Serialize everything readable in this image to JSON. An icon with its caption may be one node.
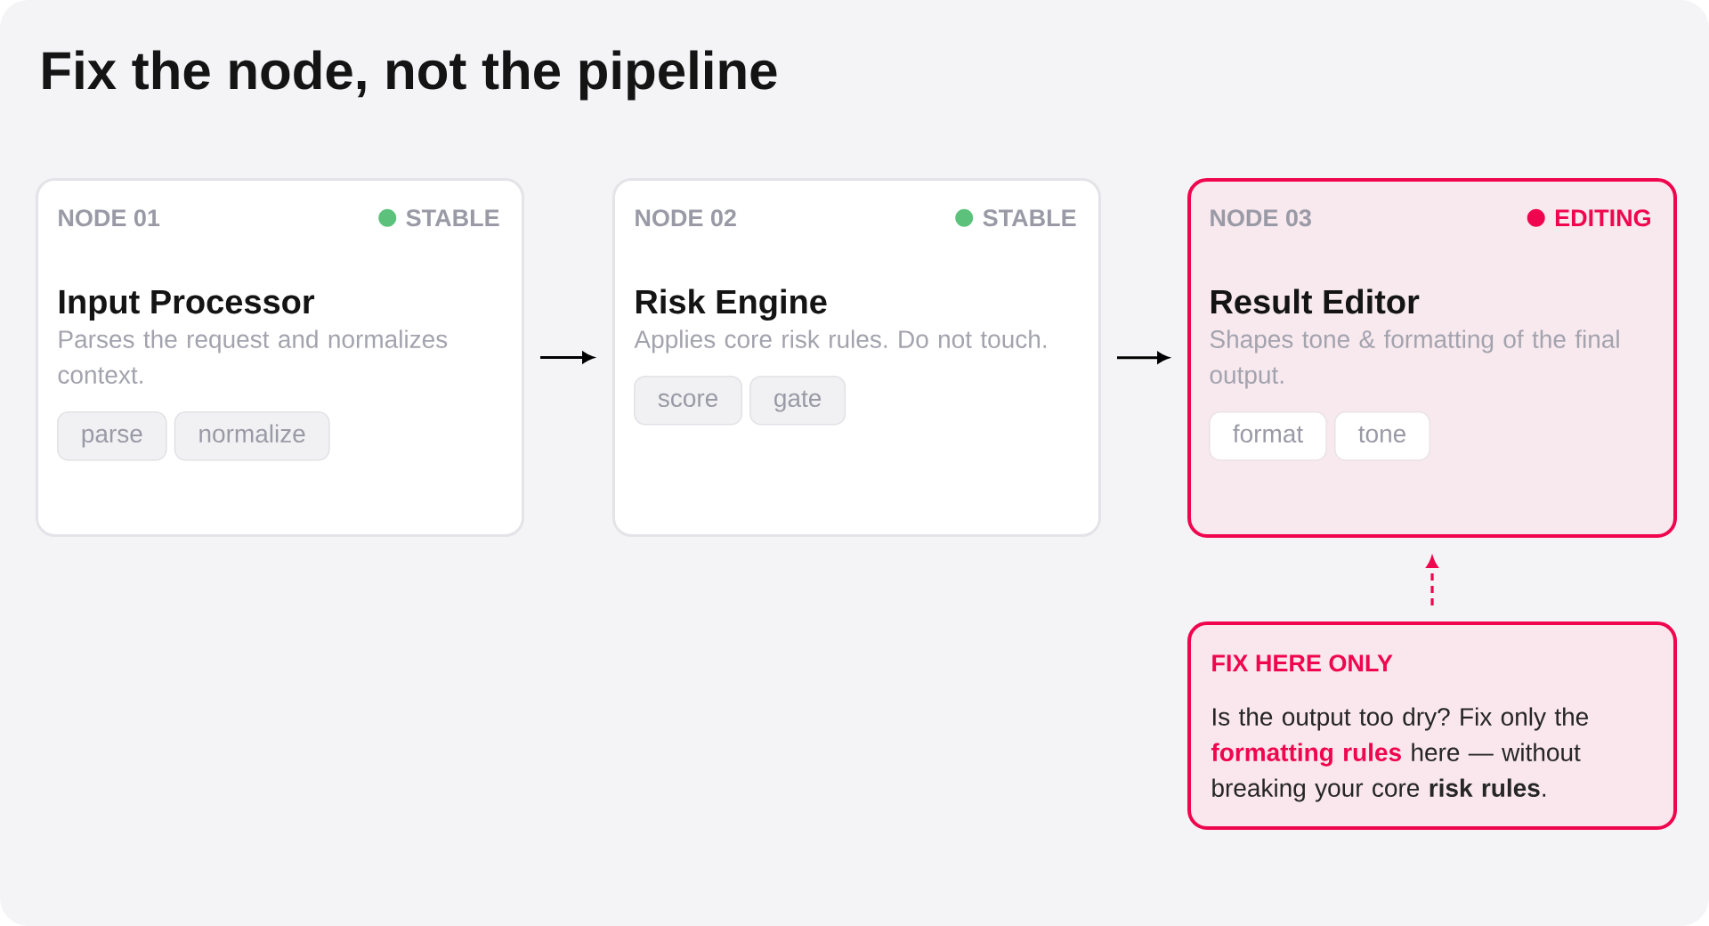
{
  "diagram": {
    "title": "Fix the node, not the pipeline",
    "nodes": [
      {
        "text": [
          "NODE 01",
          "STABLE",
          "Input Processor",
          "Parses the request and normalizes context."
        ]
      },
      {
        "text": [
          "parse"
        ],
        "in": 0
      },
      {
        "text": [
          "normalize"
        ],
        "in": 0
      },
      {
        "text": [
          "NODE 02",
          "STABLE",
          "Risk Engine",
          "Applies core risk rules. Do not touch."
        ]
      },
      {
        "text": [
          "score"
        ],
        "in": 3
      },
      {
        "text": [
          "gate"
        ],
        "in": 3
      },
      {
        "text": [
          "NODE 03",
          "EDITING",
          "Result Editor",
          "Shapes tone & formatting of the final output."
        ]
      },
      {
        "text": [
          "format"
        ],
        "in": 6
      },
      {
        "text": [
          "tone"
        ],
        "in": 6
      },
      {
        "text": [
          "FIX HERE ONLY",
          "Is the output too dry? Fix only the **formatting rules** here — without breaking your core **risk rules**."
        ]
      }
    ],
    "edges": [
      {
        "from": 0,
        "to": 3,
        "arrow": "to"
      },
      {
        "from": 3,
        "to": 6,
        "arrow": "to"
      },
      {
        "from": 9,
        "to": 6,
        "arrow": "to",
        "style": "dashed",
        "color": "#f0064e"
      }
    ]
  }
}
